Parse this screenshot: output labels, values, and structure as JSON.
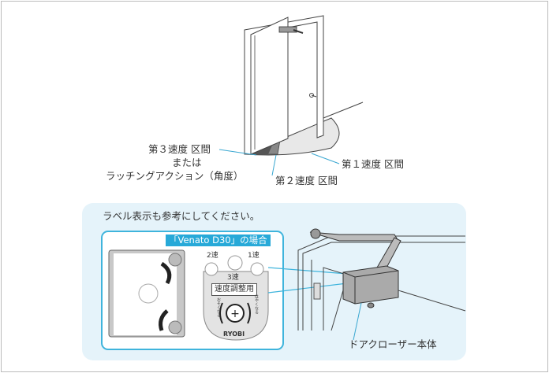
{
  "labels": {
    "speed3": "第３速度 区間",
    "or": "または",
    "latching": "ラッチングアクション（角度）",
    "speed1": "第１速度 区間",
    "speed2": "第２速度 区間",
    "hint": "ラベル表示も参考にしてください。",
    "case_title": "「Venato D30」の場合",
    "closer_body": "ドアクローザー本体"
  },
  "valve_label": {
    "speed2": "2速",
    "speed1": "1速",
    "speed3": "3速",
    "adjust": "速度調整用",
    "slower": "おそくなる",
    "faster": "はやくなる",
    "brand": "RYOBI"
  }
}
